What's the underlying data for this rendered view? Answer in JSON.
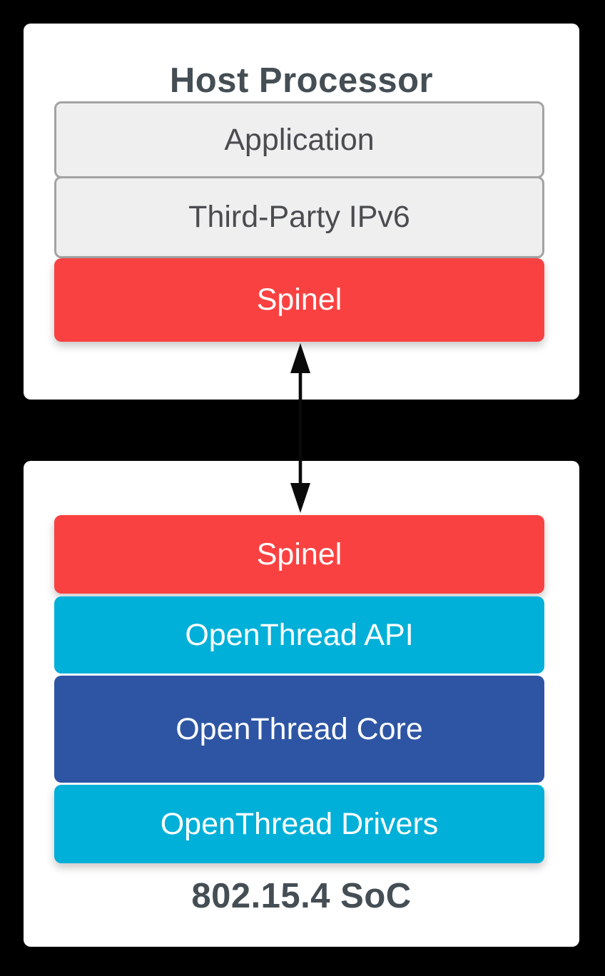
{
  "host_card": {
    "title": "Host Processor",
    "layers": [
      {
        "label": "Application"
      },
      {
        "label": "Third-Party IPv6"
      },
      {
        "label": "Spinel"
      }
    ]
  },
  "soc_card": {
    "title": "802.15.4 SoC",
    "layers": [
      {
        "label": "Spinel"
      },
      {
        "label": "OpenThread API"
      },
      {
        "label": "OpenThread Core"
      },
      {
        "label": "OpenThread Drivers"
      }
    ]
  },
  "arrow": {
    "type": "bidirectional-vertical"
  },
  "colors": {
    "background": "#000000",
    "card": "#ffffff",
    "red": "#fa4141",
    "cyan": "#00b0d8",
    "blue": "#2e55a4",
    "gray_fill": "#efefef",
    "gray_border": "#a3a3a3",
    "title_text": "#444e54",
    "label_text": "#4b4c50",
    "arrow": "#0a0a0a"
  }
}
